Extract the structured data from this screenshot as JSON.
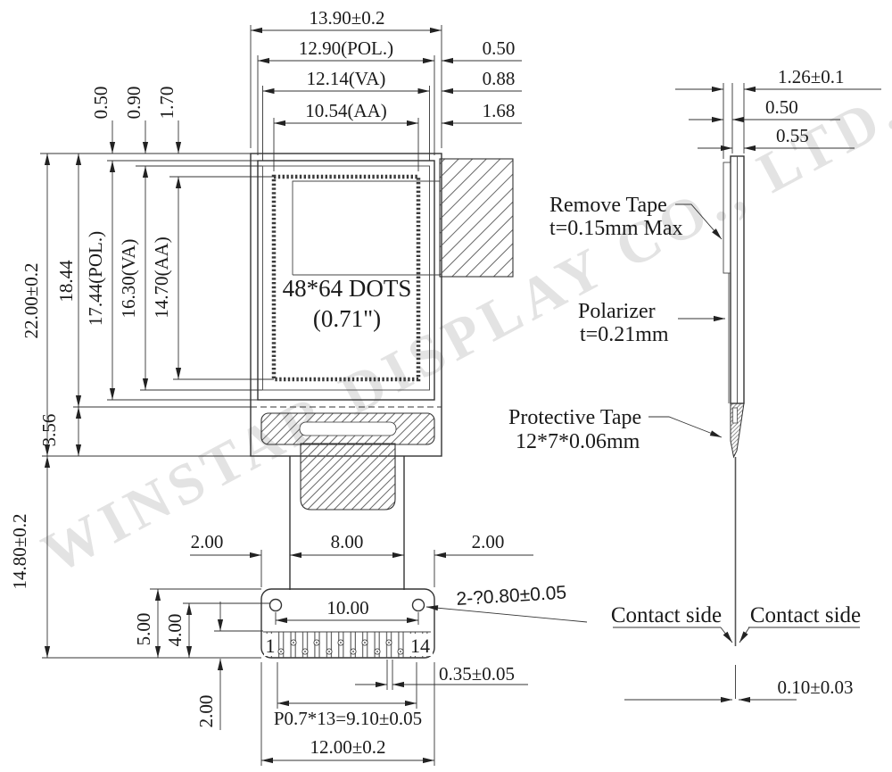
{
  "watermark": "WINSTAR DISPLAY CO., LTD.",
  "front": {
    "w_outline": "13.90±0.2",
    "w_pol": "12.90(POL.)",
    "w_va": "12.14(VA)",
    "w_aa": "10.54(AA)",
    "off_r_pol": "0.50",
    "off_r_va": "0.88",
    "off_r_aa": "1.68",
    "off_t_pol": "0.50",
    "off_t_va": "0.90",
    "off_t_aa": "1.70",
    "h_outline": "22.00±0.2",
    "h_panel": "18.44",
    "h_pol": "17.44(POL.)",
    "h_va": "16.30(VA)",
    "h_aa": "14.70(AA)",
    "h_ledge": "3.56",
    "h_fpc": "14.80±0.2",
    "dots_line1": "48*64 DOTS",
    "dots_line2": "(0.71\")",
    "conn_seg_left": "2.00",
    "conn_seg_mid": "8.00",
    "conn_seg_right": "2.00",
    "hole_span": "10.00",
    "hole_callout": "2-?0.80±0.05",
    "conn_h": "5.00",
    "hole_edge": "4.00",
    "pin_len": "2.00",
    "pin_first": "1",
    "pin_last": "14",
    "pin_w": "0.35±0.05",
    "pin_pitch": "P0.7*13=9.10±0.05",
    "conn_w": "12.00±0.2"
  },
  "side": {
    "t_total": "1.26±0.1",
    "t_top1": "0.50",
    "t_top2": "0.55",
    "remove_tape_l1": "Remove Tape",
    "remove_tape_l2": "t=0.15mm Max",
    "polarizer_l1": "Polarizer",
    "polarizer_l2": "t=0.21mm",
    "protective_l1": "Protective Tape",
    "protective_l2": "12*7*0.06mm",
    "contact_left": "Contact side",
    "contact_right": "Contact side",
    "fpc_t": "0.10±0.03"
  },
  "colors": {
    "line": "#333333",
    "watermark": "#e3e3e3"
  }
}
